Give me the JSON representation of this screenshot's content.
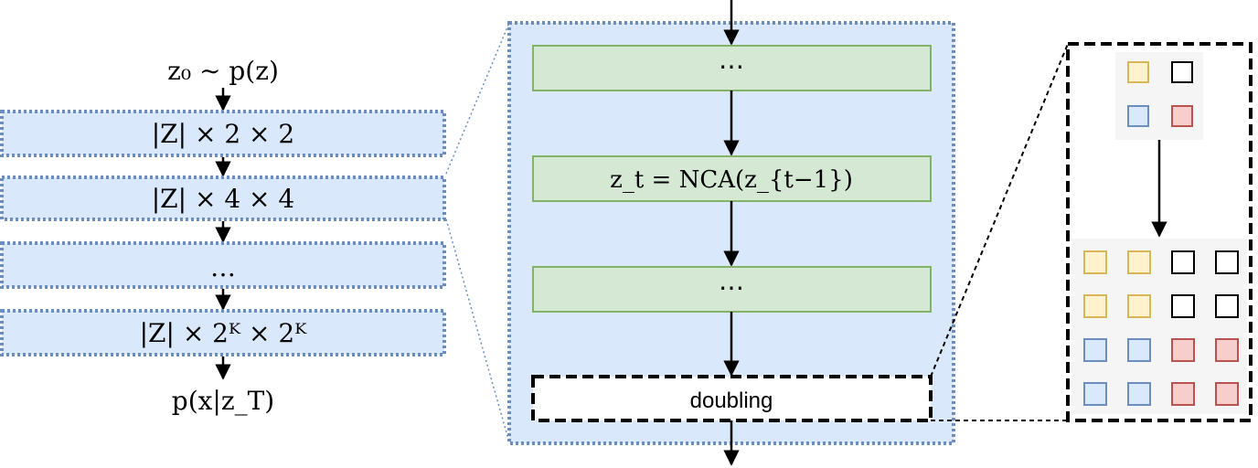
{
  "left_chain": {
    "input_label": "z₀ ∼ p(z)",
    "levels": [
      {
        "label": "|Z| × 2 × 2"
      },
      {
        "label": "|Z| × 4 × 4"
      },
      {
        "label": "…"
      },
      {
        "label": "|Z| × 2ᴷ × 2ᴷ"
      }
    ],
    "output_label": "p(x|z_T)"
  },
  "middle_block": {
    "steps": [
      {
        "label": "⋯"
      },
      {
        "label": "z_t = NCA(z_{t−1})"
      },
      {
        "label": "⋯"
      }
    ],
    "doubling_label": "doubling"
  },
  "doubling_detail": {
    "input_grid": [
      [
        "yellow",
        "white"
      ],
      [
        "blue",
        "red"
      ]
    ],
    "output_grid": [
      [
        "yellow",
        "yellow",
        "white",
        "white"
      ],
      [
        "yellow",
        "yellow",
        "white",
        "white"
      ],
      [
        "blue",
        "blue",
        "red",
        "red"
      ],
      [
        "blue",
        "blue",
        "red",
        "red"
      ]
    ]
  },
  "colors": {
    "level_fill": "#dae8fc",
    "level_border": "#6c8ebf",
    "step_fill": "#d5e8d4",
    "step_border": "#82b366",
    "panel_fill": "#f5f5f5",
    "yellow_fill": "#fff2cc",
    "yellow_border": "#d6b656",
    "blue_fill": "#dae8fc",
    "blue_border": "#6c8ebf",
    "red_fill": "#f8cecc",
    "red_border": "#b85450",
    "white_fill": "#ffffff",
    "white_border": "#000000"
  }
}
